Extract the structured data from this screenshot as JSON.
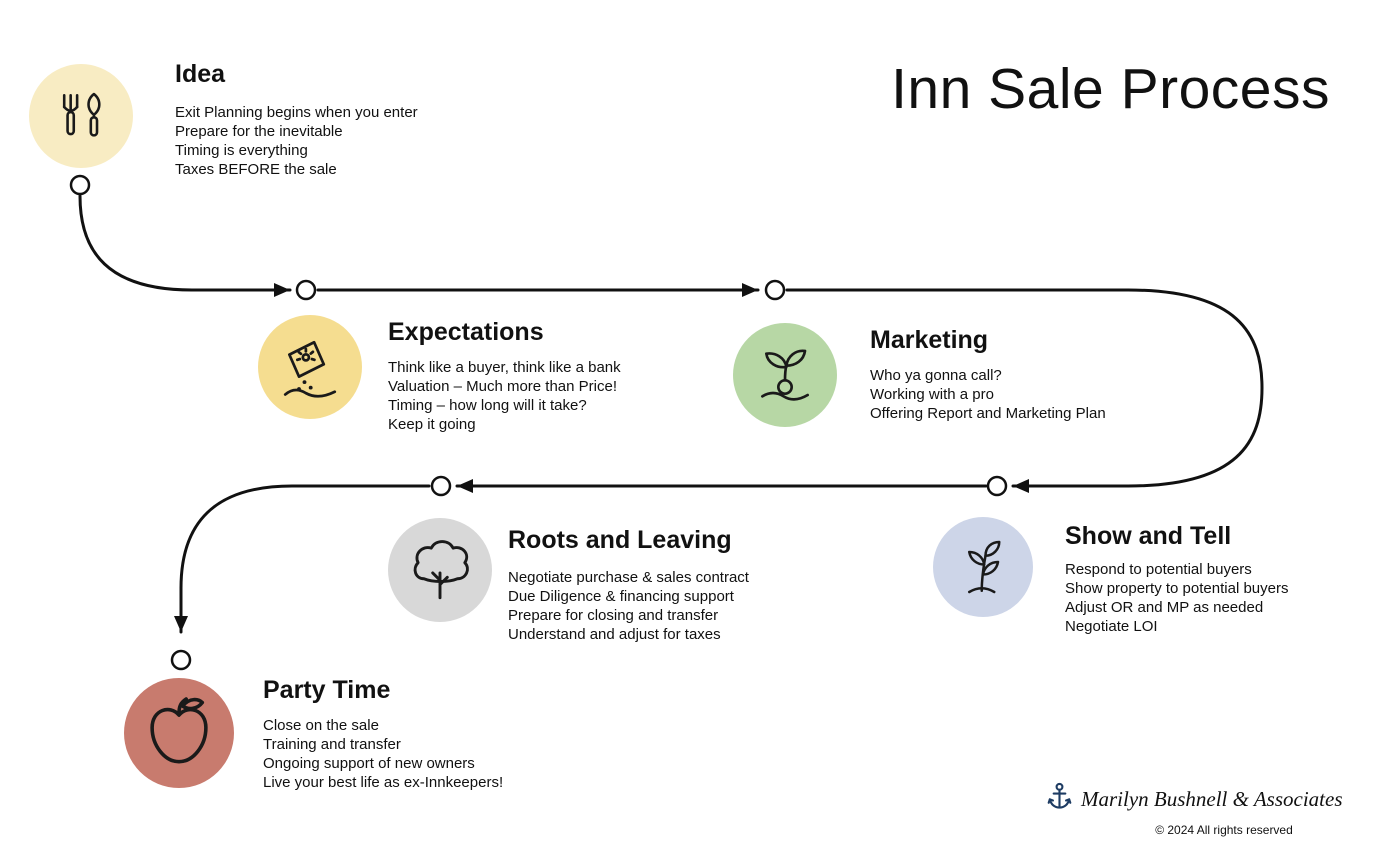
{
  "title": "Inn Sale Process",
  "stages": [
    {
      "name": "Idea",
      "icon": "garden-tools-icon",
      "color": "#f8ecc3",
      "lines": [
        "Exit Planning begins when you enter",
        "Prepare for the inevitable",
        "Timing is everything",
        "Taxes BEFORE the sale"
      ]
    },
    {
      "name": "Expectations",
      "icon": "seed-packet-icon",
      "color": "#f5dd90",
      "lines": [
        "Think like a buyer, think like a bank",
        "Valuation – Much more than Price!",
        "Timing – how long will it take?",
        "Keep it going"
      ]
    },
    {
      "name": "Marketing",
      "icon": "sprout-icon",
      "color": "#b7d7a5",
      "lines": [
        "Who ya gonna call?",
        "Working with a pro",
        "Offering Report and Marketing Plan"
      ]
    },
    {
      "name": "Show and Tell",
      "icon": "seedling-icon",
      "color": "#cdd5e8",
      "lines": [
        "Respond to potential buyers",
        "Show property to potential buyers",
        "Adjust OR and MP as needed",
        "Negotiate LOI"
      ]
    },
    {
      "name": "Roots and Leaving",
      "icon": "tree-icon",
      "color": "#d8d8d8",
      "lines": [
        "Negotiate purchase & sales contract",
        "Due Diligence & financing support",
        "Prepare for closing and transfer",
        "Understand and adjust for taxes"
      ]
    },
    {
      "name": "Party Time",
      "icon": "apple-icon",
      "color": "#c87b6e",
      "lines": [
        "Close on the sale",
        "Training and transfer",
        "Ongoing support of new owners",
        "Live your best life as ex-Innkeepers!"
      ]
    }
  ],
  "footer": {
    "company": "Marilyn Bushnell & Associates",
    "copyright": "© 2024 All rights reserved",
    "logo": "anchor-icon",
    "logo_color": "#1e3c63"
  }
}
